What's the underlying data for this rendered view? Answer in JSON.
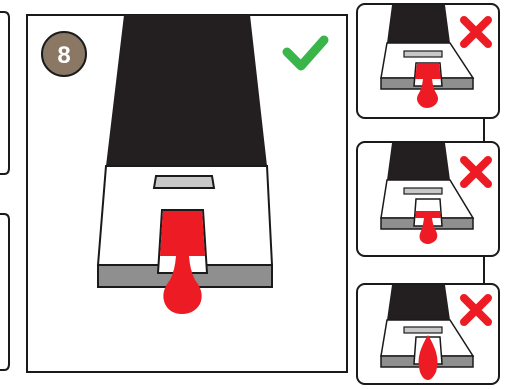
{
  "step": {
    "number": "8"
  },
  "colors": {
    "frame": "#1a1a1a",
    "black_region": "#231f20",
    "tray_white": "#ffffff",
    "base_gray": "#8f8f8f",
    "slot_gray": "#c8c8c8",
    "red_fluid": "#ed1c24",
    "badge_fill": "#8a7865",
    "check_green": "#39b54a",
    "cross_red": "#ed1c24"
  },
  "icons": {
    "correct": "check-mark-icon",
    "wrong": "cross-mark-icon"
  },
  "panels": [
    {
      "id": "main",
      "status": "correct"
    },
    {
      "id": "wrong-1",
      "status": "incorrect"
    },
    {
      "id": "wrong-2",
      "status": "incorrect"
    },
    {
      "id": "wrong-3",
      "status": "incorrect"
    }
  ]
}
